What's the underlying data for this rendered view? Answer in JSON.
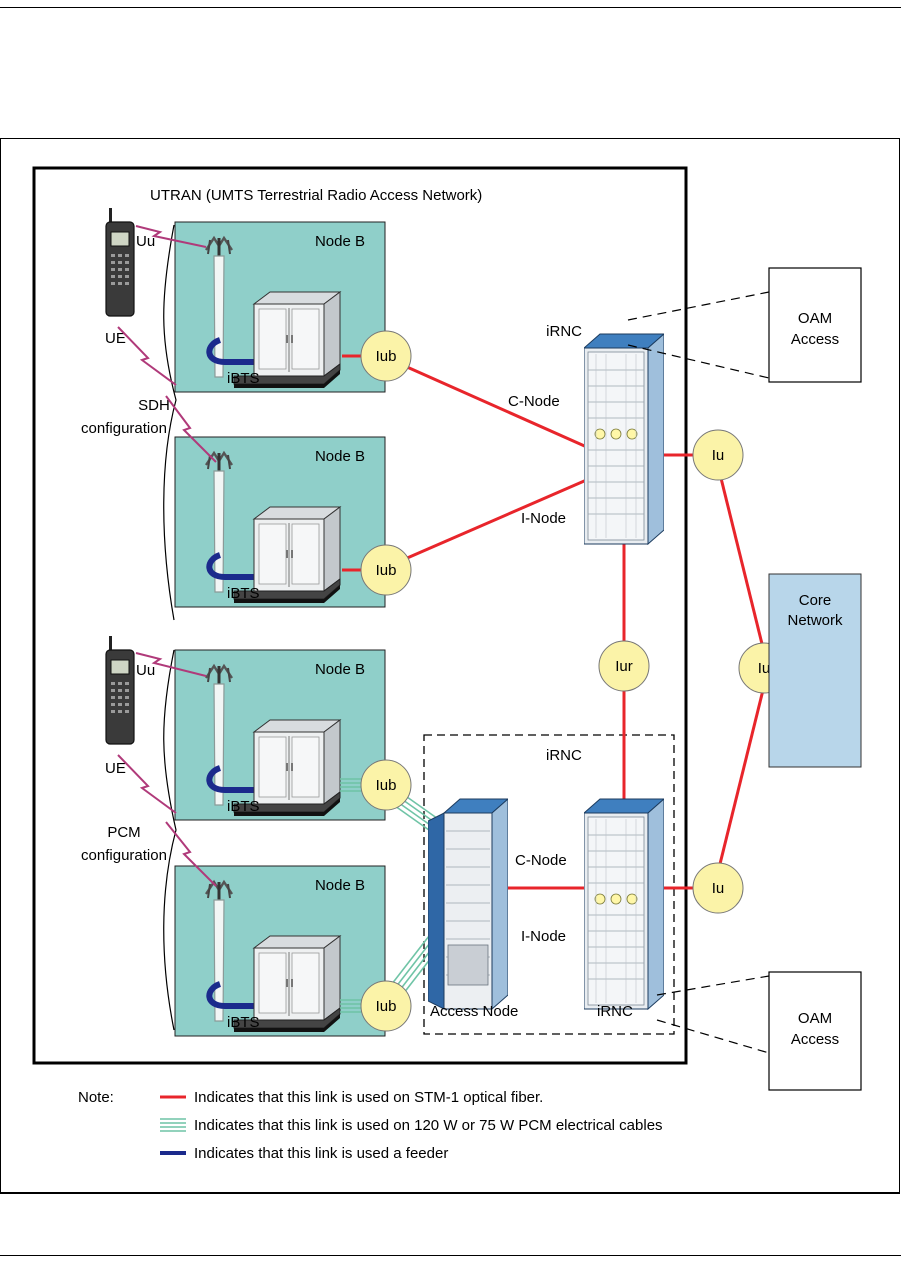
{
  "utran_title": "UTRAN (UMTS Terrestrial Radio Access Network)",
  "node_b_label": "Node B",
  "ibts_label": "iBTS",
  "iub_label": "Iub",
  "iu_label": "Iu",
  "iur_label": "Iur",
  "uu_label": "Uu",
  "ue_label": "UE",
  "sdh_config": [
    "SDH",
    "configuration"
  ],
  "pcm_config": [
    "PCM",
    "configuration"
  ],
  "irnc_label": "iRNC",
  "c_node_label": "C-Node",
  "i_node_label": "I-Node",
  "access_node_label": "Access Node",
  "oam_access": [
    "OAM",
    "Access"
  ],
  "core_network": [
    "Core",
    "Network"
  ],
  "note": {
    "label": "Note:",
    "items": [
      {
        "style": "red",
        "text": "Indicates that this link is used on STM-1 optical fiber."
      },
      {
        "style": "green",
        "text": "Indicates that this link is used on 120 W or 75 W PCM electrical cables"
      },
      {
        "style": "blue",
        "text": "Indicates that this link is used a feeder"
      }
    ]
  },
  "colors": {
    "fiber": "#e8252b",
    "pcm": "#6fc4a6",
    "feeder": "#1b2a8c",
    "node_b_fill": "#8fcfc9",
    "circle_fill": "#fbf3a8",
    "core_fill": "#b8d6ea",
    "rack": "#9fbfdc"
  }
}
